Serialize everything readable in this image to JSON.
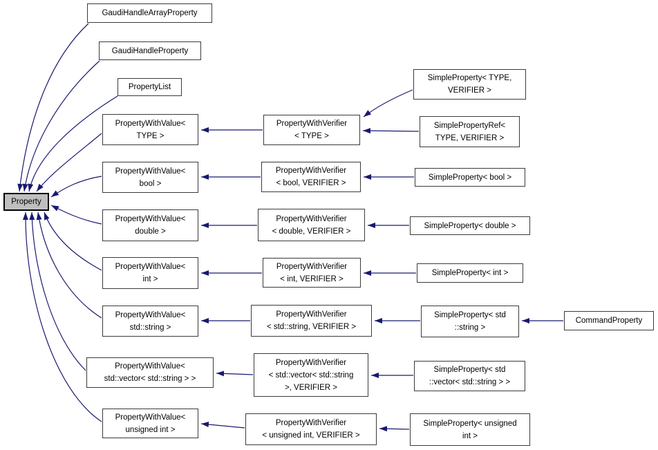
{
  "diagram": {
    "kind": "class-inheritance-graph",
    "edge_color": "#191970",
    "selected_node_fill": "#bfbfbf",
    "node_fill": "#ffffff",
    "nodes": {
      "property": {
        "label": "Property"
      },
      "gaudi_handle_array_property": {
        "label": "GaudiHandleArrayProperty"
      },
      "gaudi_handle_property": {
        "label": "GaudiHandleProperty"
      },
      "property_list": {
        "label": "PropertyList"
      },
      "pwv_type": {
        "label": "PropertyWithValue<\nTYPE >"
      },
      "pwv_bool": {
        "label": "PropertyWithValue<\nbool >"
      },
      "pwv_double": {
        "label": "PropertyWithValue<\ndouble >"
      },
      "pwv_int": {
        "label": "PropertyWithValue<\nint >"
      },
      "pwv_string": {
        "label": "PropertyWithValue<\nstd::string >"
      },
      "pwv_vector": {
        "label": "PropertyWithValue<\nstd::vector< std::string > >"
      },
      "pwv_unsigned": {
        "label": "PropertyWithValue<\nunsigned int >"
      },
      "pwvf_type": {
        "label": "PropertyWithVerifier\n< TYPE >"
      },
      "pwvf_bool": {
        "label": "PropertyWithVerifier\n< bool, VERIFIER >"
      },
      "pwvf_double": {
        "label": "PropertyWithVerifier\n< double, VERIFIER >"
      },
      "pwvf_int": {
        "label": "PropertyWithVerifier\n< int, VERIFIER >"
      },
      "pwvf_string": {
        "label": "PropertyWithVerifier\n< std::string, VERIFIER >"
      },
      "pwvf_vector": {
        "label": "PropertyWithVerifier\n< std::vector< std::string\n>, VERIFIER >"
      },
      "pwvf_unsigned": {
        "label": "PropertyWithVerifier\n< unsigned int, VERIFIER >"
      },
      "sp_type": {
        "label": "SimpleProperty< TYPE,\nVERIFIER >"
      },
      "sp_ref": {
        "label": "SimplePropertyRef<\nTYPE, VERIFIER >"
      },
      "sp_bool": {
        "label": "SimpleProperty< bool >"
      },
      "sp_double": {
        "label": "SimpleProperty< double >"
      },
      "sp_int": {
        "label": "SimpleProperty< int >"
      },
      "sp_string": {
        "label": "SimpleProperty< std\n::string >"
      },
      "sp_vector": {
        "label": "SimpleProperty< std\n::vector< std::string > >"
      },
      "sp_unsigned": {
        "label": "SimpleProperty< unsigned\nint >"
      },
      "command_property": {
        "label": "CommandProperty"
      }
    }
  }
}
